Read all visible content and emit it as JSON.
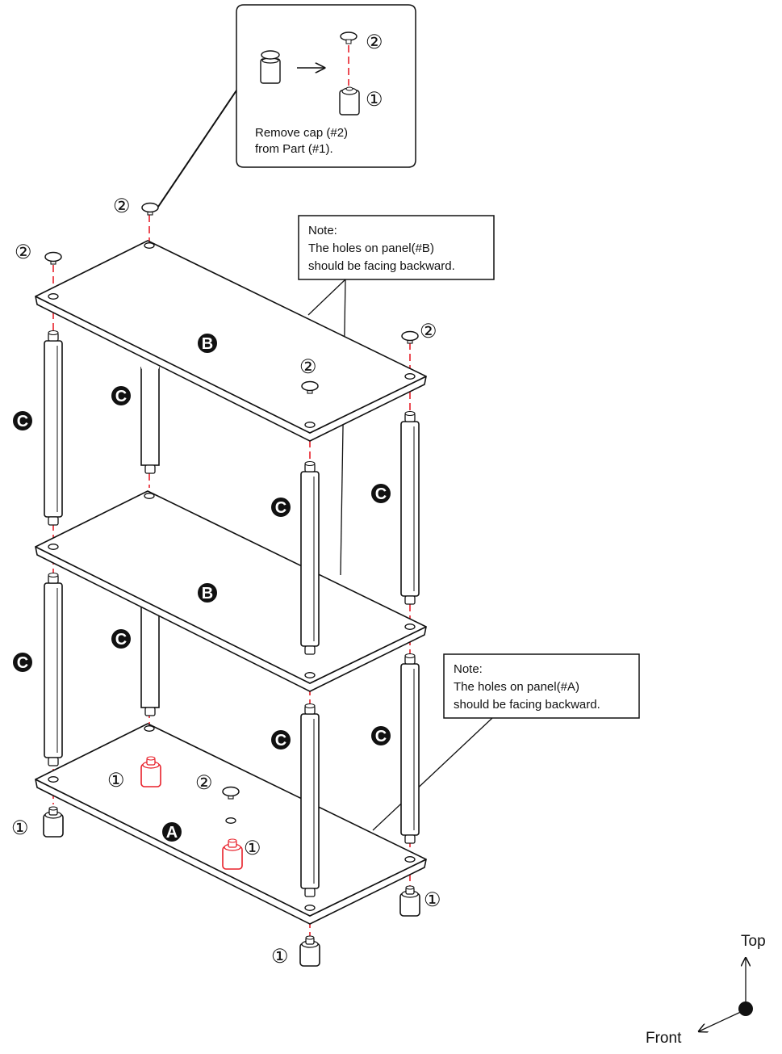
{
  "inset": {
    "text_line1": "Remove cap (#2)",
    "text_line2": "from Part (#1).",
    "cap_number": "②",
    "part_number": "①"
  },
  "note_top": {
    "line1": "Note:",
    "line2": "The holes on panel(#B)",
    "line3": "should be facing backward."
  },
  "note_bottom": {
    "line1": "Note:",
    "line2": "The holes on panel(#A)",
    "line3": "should be facing backward."
  },
  "labels": {
    "panel_a": "A",
    "panel_b": "B",
    "post_c": "C",
    "cap": "②",
    "foot": "①"
  },
  "axes": {
    "top": "Top",
    "front": "Front"
  },
  "colors": {
    "line": "#111111",
    "highlight": "#e8202a"
  }
}
